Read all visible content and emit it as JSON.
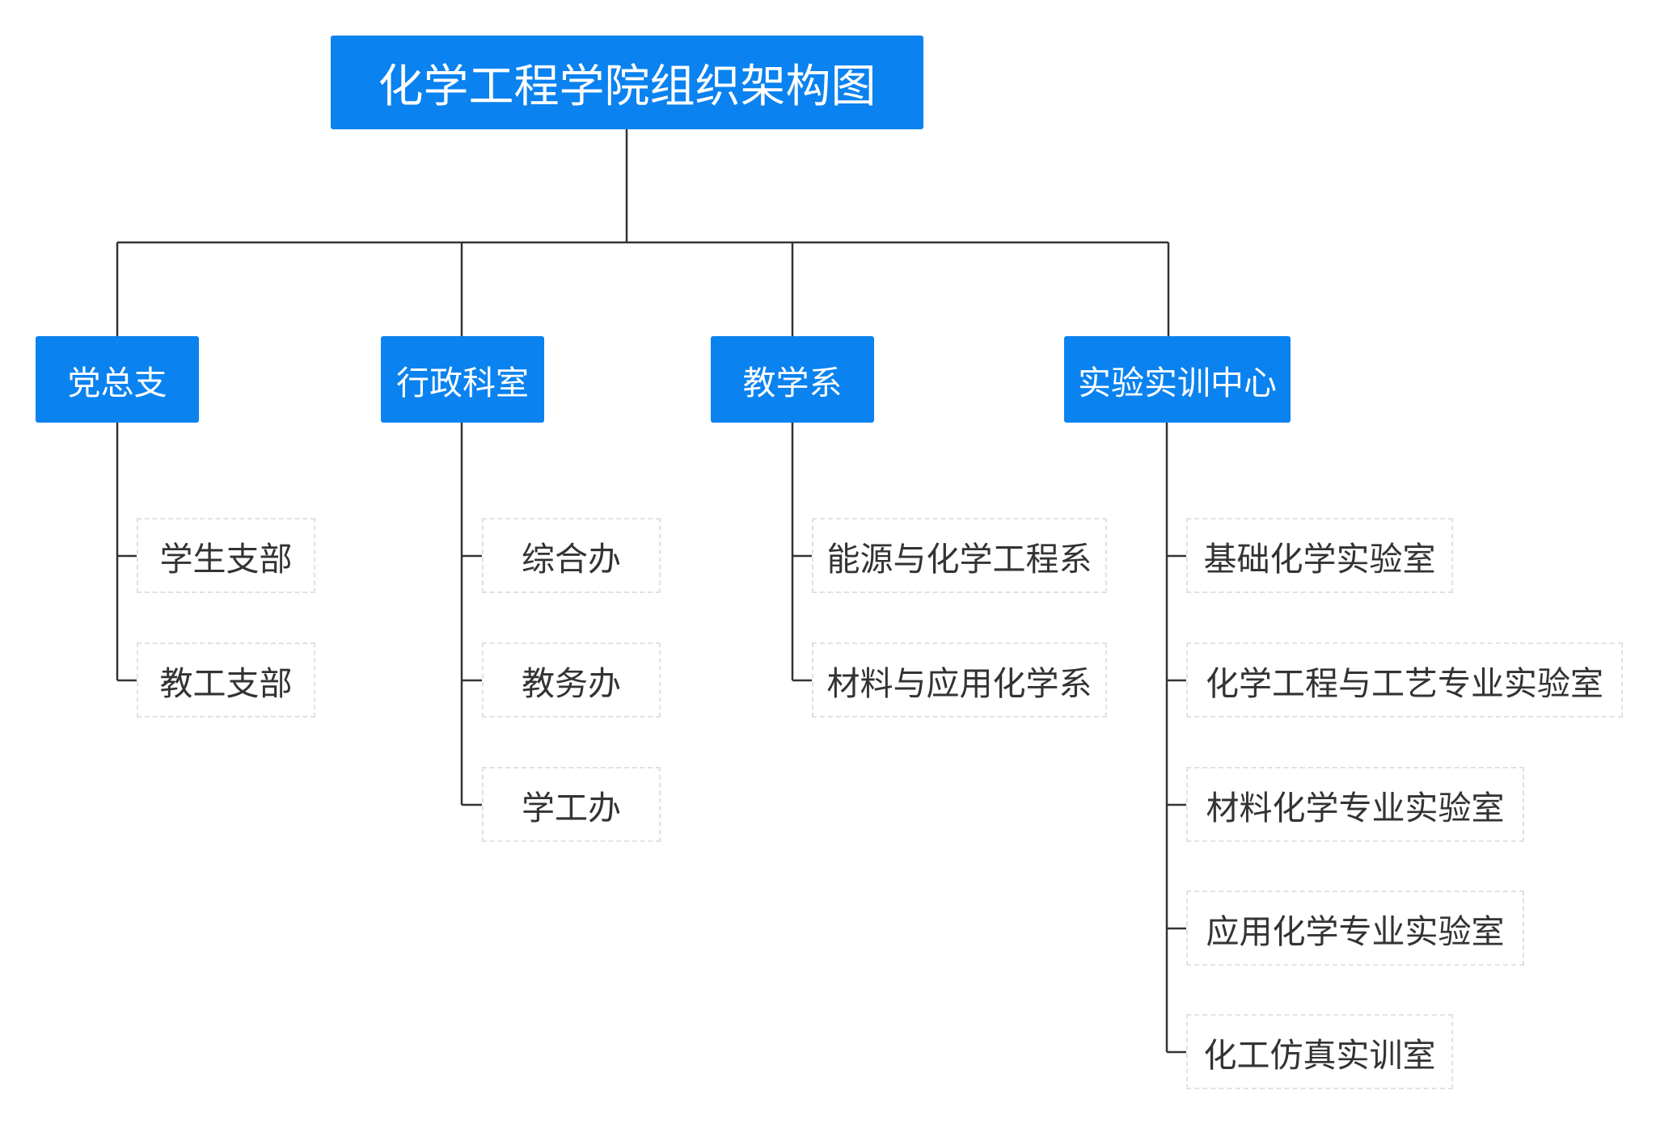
{
  "root": {
    "label": "化学工程学院组织架构图"
  },
  "categories": [
    {
      "label": "党总支",
      "children": [
        "学生支部",
        "教工支部"
      ]
    },
    {
      "label": "行政科室",
      "children": [
        "综合办",
        "教务办",
        "学工办"
      ]
    },
    {
      "label": "教学系",
      "children": [
        "能源与化学工程系",
        "材料与应用化学系"
      ]
    },
    {
      "label": "实验实训中心",
      "children": [
        "基础化学实验室",
        "化学工程与工艺专业实验室",
        "材料化学专业实验室",
        "应用化学专业实验室",
        "化工仿真实训室"
      ]
    }
  ],
  "colors": {
    "node_fill": "#0a82f0",
    "node_text": "#ffffff",
    "leaf_text": "#333333",
    "leaf_border": "#e2e2e2",
    "line": "#333333"
  }
}
